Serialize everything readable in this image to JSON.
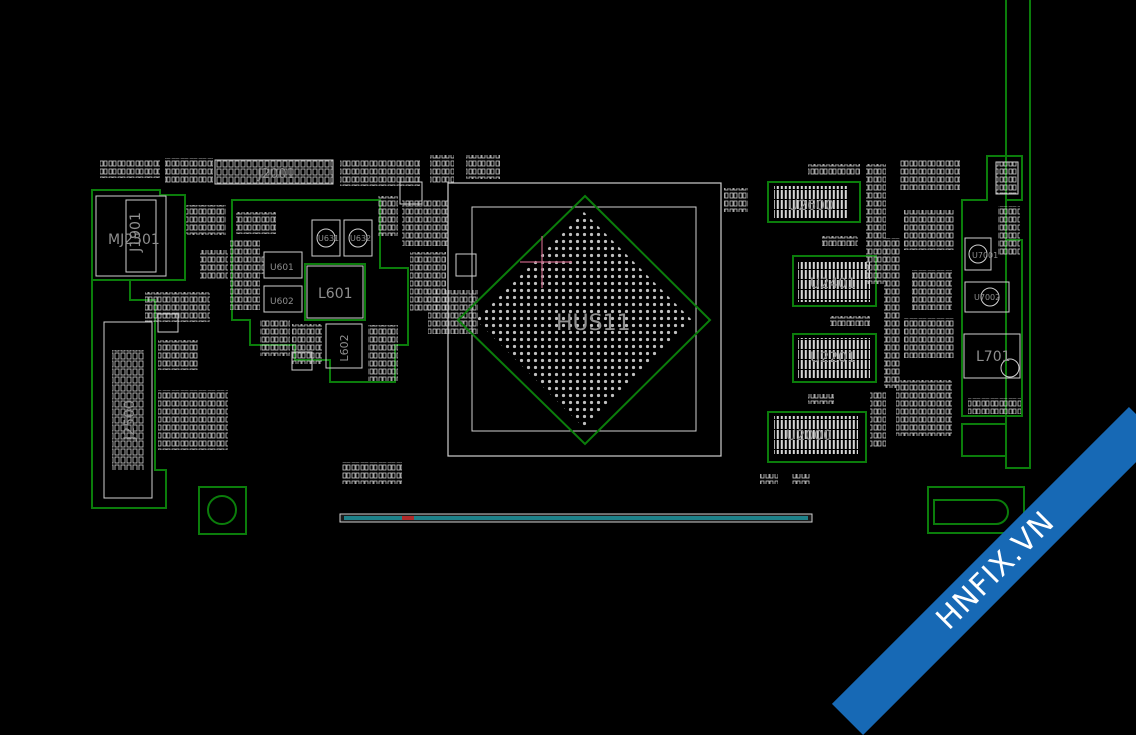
{
  "board": {
    "labels": {
      "j1901": "J1901",
      "mj2501": "MJ2501",
      "j2001": "J2001",
      "j2500": "J2500",
      "l601": "L601",
      "u601": "U601",
      "u602": "U602",
      "u631": "U631",
      "u632": "U632",
      "l602": "L602",
      "main_chip": "HUS11",
      "u2600": "U2600",
      "u2401": "U2401",
      "u2201": "U2201",
      "u2000": "U2000",
      "u7001": "U7001",
      "u7002": "U7002",
      "l701": "L701"
    },
    "colors": {
      "background": "#000000",
      "outline": "#0b7d0b",
      "silk": "#cfcfcf",
      "label": "#8e8e8e",
      "accent": "#22c7d3",
      "cursor": "#c06080"
    }
  },
  "watermark": {
    "text": "HNFIX.VN",
    "color": "#1769b5"
  }
}
